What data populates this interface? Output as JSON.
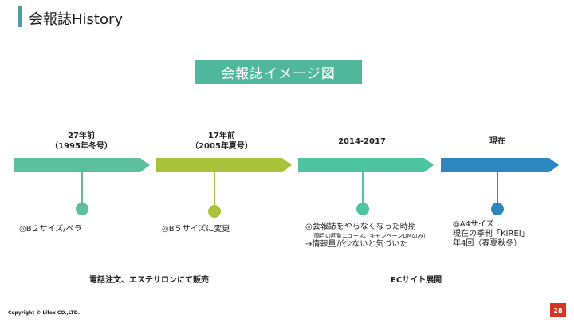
{
  "header": {
    "title": "会報誌History"
  },
  "badge": {
    "label": "会報誌イメージ図"
  },
  "timeline": [
    {
      "label_line1": "27年前",
      "label_line2": "（1995年冬号）",
      "color": "#5cbf9e",
      "note_lines": [
        "◎B２サイズ/ペラ"
      ],
      "note_small": ""
    },
    {
      "label_line1": "17年前",
      "label_line2": "（2005年夏号）",
      "color": "#a9c43b",
      "note_lines": [
        "◎B５サイズに変更"
      ],
      "note_small": ""
    },
    {
      "label_line1": "2014-2017",
      "label_line2": "",
      "color": "#4fc4a0",
      "note_lines": [
        "◎会報誌をやらなくなった時期"
      ],
      "note_small": "（隔月の回覧ニュース、キャンペーンDMのみ）",
      "note_after": "→情報量が少ないと気づいた"
    },
    {
      "label_line1": "現在",
      "label_line2": "",
      "color": "#2e86c1",
      "note_lines": [
        "◎A4サイズ",
        "現在の季刊「KIREI」",
        "年4回（春夏秋冬）"
      ],
      "note_small": ""
    }
  ],
  "bottom": {
    "left": "電話注文、エステサロンにて販売",
    "right": "ECサイト展開"
  },
  "footer": {
    "copyright": "Copyright © Lifex CO.,LTD.",
    "page_number": "28"
  }
}
